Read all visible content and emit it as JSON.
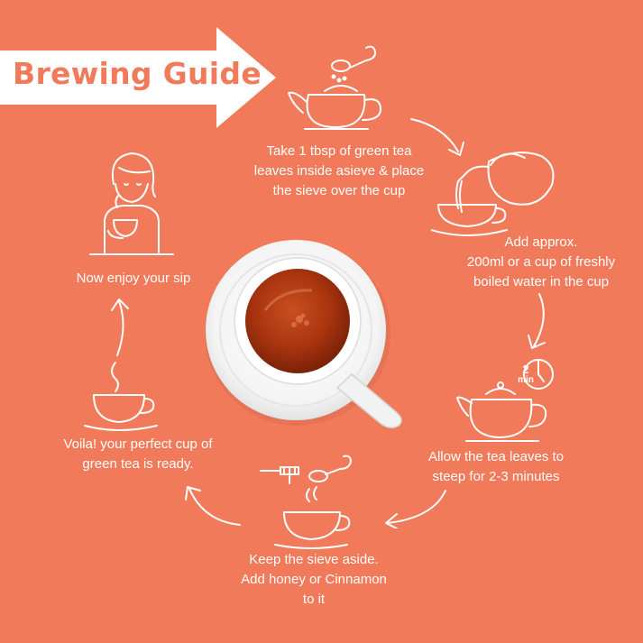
{
  "header": {
    "title": "Brewing Guide"
  },
  "steps": [
    {
      "lines": [
        "Take 1 tbsp of green tea",
        "leaves inside asieve & place",
        "the sieve over the cup"
      ],
      "icon": "teapot-spoon-icon"
    },
    {
      "lines": [
        "Add approx.",
        "200ml or a cup of freshly",
        "boiled water in the cup"
      ],
      "icon": "pouring-teapot-icon"
    },
    {
      "lines": [
        "Allow the tea leaves to",
        "steep for 2-3 minutes"
      ],
      "icon": "teapot-timer-icon",
      "timer": {
        "value": "2",
        "unit": "min"
      }
    },
    {
      "lines": [
        "Keep the sieve aside.",
        "Add honey or Cinnamon",
        "to it"
      ],
      "icon": "cup-honey-icon"
    },
    {
      "lines": [
        "Voila! your perfect cup of",
        "green tea is ready."
      ],
      "icon": "steaming-cup-icon"
    },
    {
      "lines": [
        "Now enjoy your sip"
      ],
      "icon": "woman-drinking-icon"
    }
  ],
  "colors": {
    "background": "#F07A59",
    "foreground": "#FFFFFF",
    "tea": "#B23A16"
  }
}
